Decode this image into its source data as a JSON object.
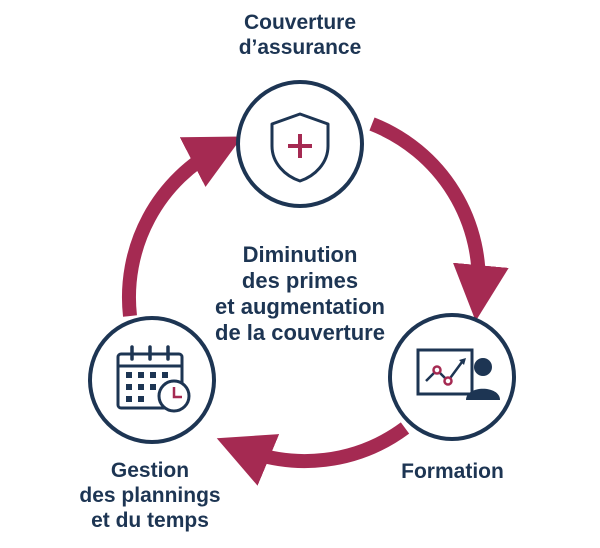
{
  "colors": {
    "navy": "#1d3553",
    "accent": "#a52a52",
    "background": "#ffffff"
  },
  "nodes": {
    "top": {
      "icon": "shield-plus-icon",
      "label_lines": [
        "Couverture",
        "d’assurance"
      ]
    },
    "right": {
      "icon": "presentation-trainer-icon",
      "label_lines": [
        "Formation"
      ]
    },
    "left": {
      "icon": "calendar-clock-icon",
      "label_lines": [
        "Gestion",
        "des plannings",
        "et du temps"
      ]
    }
  },
  "center": {
    "label_lines": [
      "Diminution",
      "des primes",
      "et augmentation",
      "de la couverture"
    ]
  }
}
